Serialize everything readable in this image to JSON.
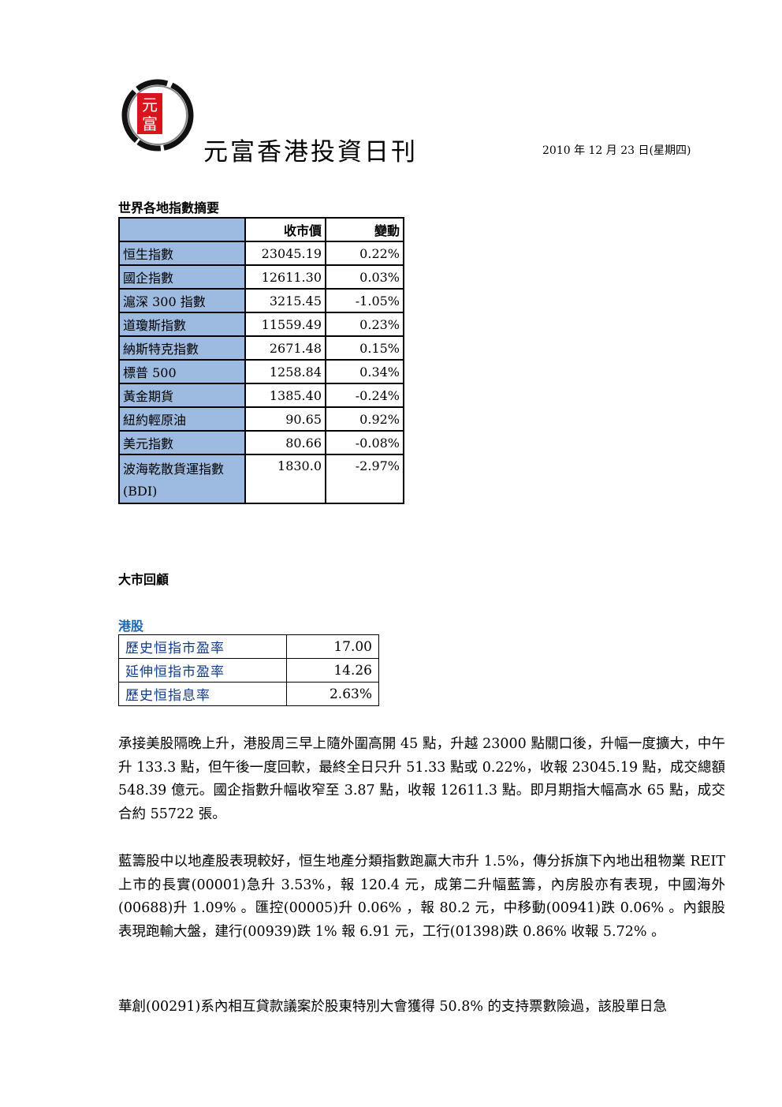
{
  "header": {
    "logo_text": "元富",
    "title": "元富香港投資日刊",
    "date": "2010 年 12 月 23 日(星期四)"
  },
  "index_section": {
    "heading": "世界各地指數摘要",
    "col_close": "收市價",
    "col_change": "變動",
    "rows": [
      {
        "name": "恒生指數",
        "close": "23045.19",
        "change": "0.22%"
      },
      {
        "name": "國企指數",
        "close": "12611.30",
        "change": "0.03%"
      },
      {
        "name": "滬深 300 指數",
        "close": "3215.45",
        "change": "-1.05%"
      },
      {
        "name": "道瓊斯指數",
        "close": "11559.49",
        "change": "0.23%"
      },
      {
        "name": "納斯特克指數",
        "close": "2671.48",
        "change": "0.15%"
      },
      {
        "name": "標普 500",
        "close": "1258.84",
        "change": "0.34%"
      },
      {
        "name": "黃金期貨",
        "close": "1385.40",
        "change": "-0.24%"
      },
      {
        "name": "紐約輕原油",
        "close": "90.65",
        "change": "0.92%"
      },
      {
        "name": "美元指數",
        "close": "80.66",
        "change": "-0.08%"
      },
      {
        "name": "波海乾散貨運指數 (BDI)",
        "close": "1830.0",
        "change": "-2.97%"
      }
    ]
  },
  "review_heading": "大市回顧",
  "hk_heading": "港股",
  "pe_table": [
    {
      "label": "歷史恒指市盈率",
      "value": "17.00"
    },
    {
      "label": "延伸恒指市盈率",
      "value": "14.26"
    },
    {
      "label": "歷史恒指息率",
      "value": "2.63%"
    }
  ],
  "paragraphs": [
    "承接美股隔晚上升，港股周三早上隨外圍高開 45 點，升越 23000 點關口後，升幅一度擴大，中午升 133.3 點，但午後一度回軟，最終全日只升 51.33 點或 0.22%，收報 23045.19 點，成交總額 548.39 億元。國企指數升幅收窄至 3.87 點，收報 12611.3 點。即月期指大幅高水 65 點，成交合約 55722 張。",
    "藍籌股中以地產股表現較好，恒生地產分類指數跑贏大市升 1.5%，傳分拆旗下內地出租物業 REIT 上市的長實(00001)急升 3.53%，報 120.4 元，成第二升幅藍籌，內房股亦有表現，中國海外(00688)升 1.09% 。匯控(00005)升 0.06% ，報 80.2 元，中移動(00941)跌 0.06% 。內銀股表現跑輸大盤，建行(00939)跌 1% 報 6.91 元，工行(01398)跌 0.86% 收報 5.72% 。",
    "華創(00291)系內相互貸款議案於股東特別大會獲得 50.8% 的支持票數險過，該股單日急"
  ]
}
